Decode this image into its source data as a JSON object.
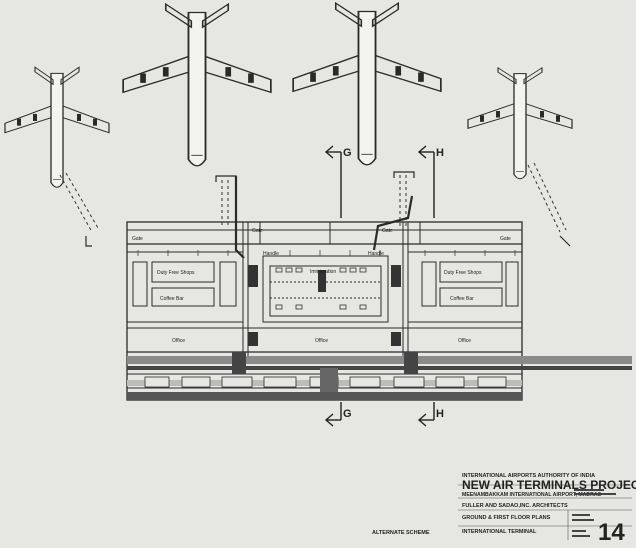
{
  "colors": {
    "paper": "#e6e7e2",
    "ink": "#2a2a2a",
    "dark": "#444444",
    "mid": "#8a8a8a",
    "light": "#cfd0cc"
  },
  "section_marks": {
    "g": "G",
    "h": "H"
  },
  "rooms": {
    "gate_left": "Gate",
    "gate_2": "Gate",
    "gate_3": "Gate",
    "gate_right": "Gate",
    "handle_left": "Handle",
    "handle_right": "Handle",
    "immigration": "Immigration",
    "duty_free_left": "Duty Free Shops",
    "duty_free_right": "Duty Free Shops",
    "coffee_bar_left": "Coffee Bar",
    "coffee_bar_right": "Coffee Bar",
    "office_left": "Office",
    "office_center": "Office",
    "office_right": "Office"
  },
  "title_block": {
    "authority": "INTERNATIONAL AIRPORTS AUTHORITY OF INDIA",
    "project": "NEW AIR TERMINALS PROJECT",
    "airport": "MEENAMBAKKAM INTERNATIONAL AIRPORT, MADRAS",
    "architects": "FULLER AND SADAO,INC. ARCHITECTS",
    "plan_title": "GROUND & FIRST FLOOR PLANS",
    "plan_subtitle": "INTERNATIONAL TERMINAL",
    "scheme": "ALTERNATE SCHEME",
    "sheet_number": "14"
  }
}
